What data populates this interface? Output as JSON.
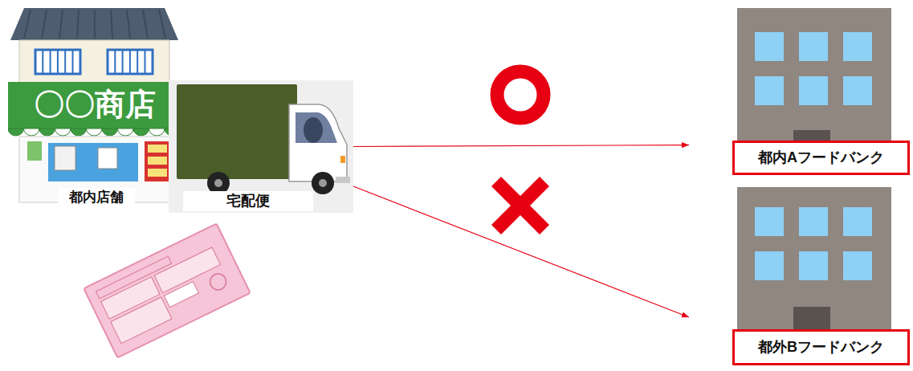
{
  "diagram": {
    "nodes": [
      {
        "text": [
          "〇〇商店",
          "都内店舗"
        ]
      },
      {
        "text": [
          "宅配便"
        ]
      },
      {
        "text": [
          "都内Aフードバンク"
        ]
      },
      {
        "text": [
          "都外Bフードバンク"
        ]
      }
    ],
    "edges": [
      {
        "from": 1,
        "to": 2,
        "arrow": "to"
      },
      {
        "from": 1,
        "to": 3,
        "arrow": "to"
      }
    ]
  }
}
